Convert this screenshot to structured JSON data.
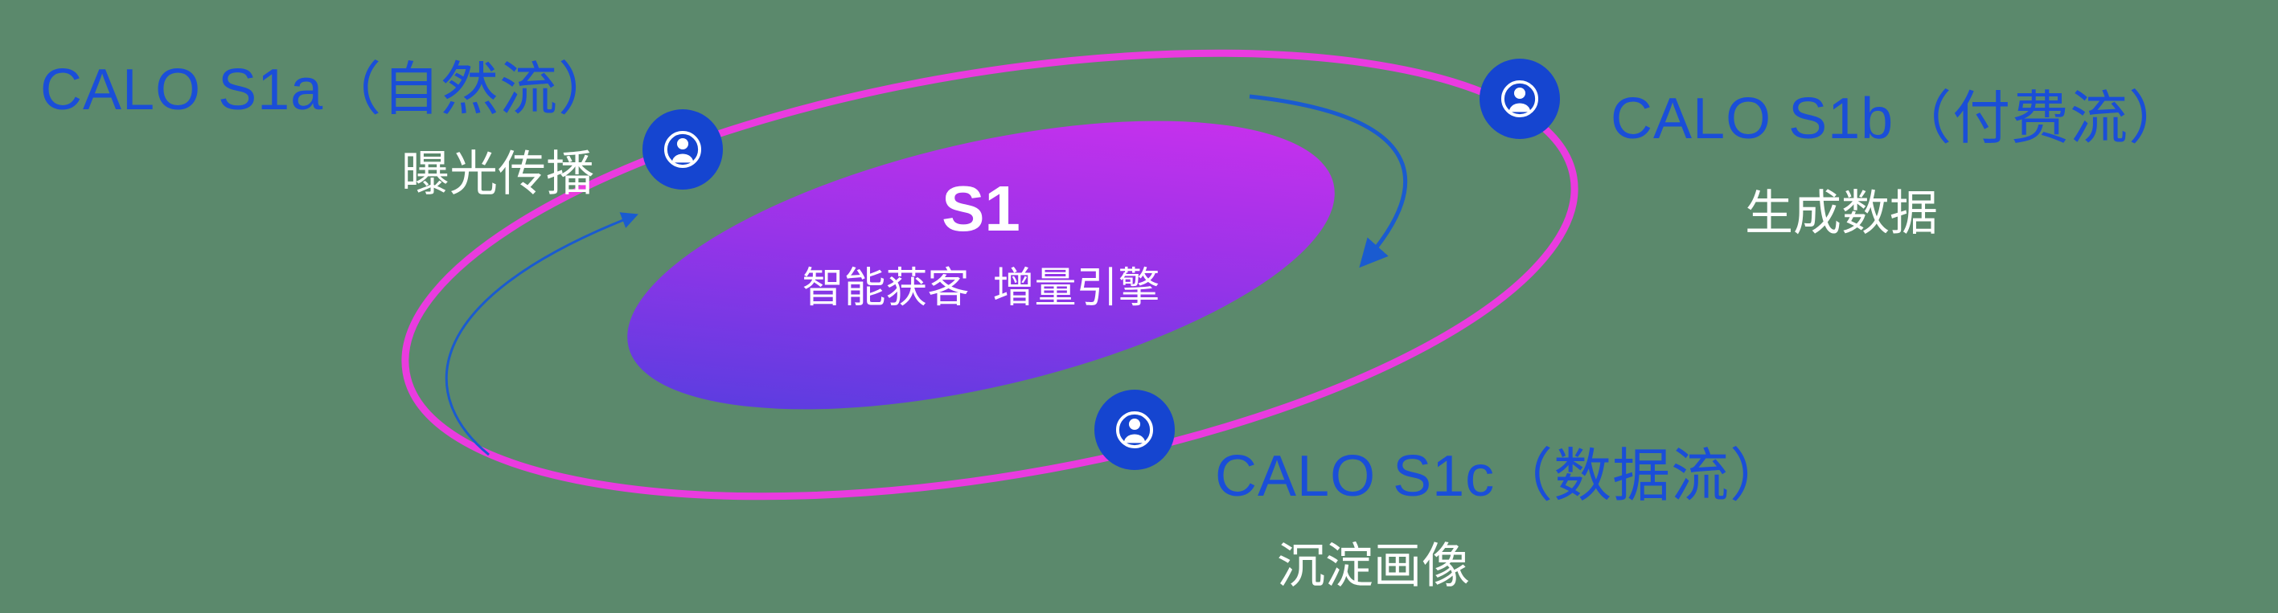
{
  "colors": {
    "canvas_green": "#5b896c",
    "title_blue": "#1a4ed8",
    "node_blue": "#1545d0",
    "ring_magenta": "#ea3bdf",
    "gradient_start": "#4740dd",
    "gradient_mid": "#9434e8",
    "gradient_end": "#d92fee",
    "arrow_blue": "#1a5bd0",
    "text_white": "#ffffff"
  },
  "center": {
    "title": "S1",
    "subtitle": "智能获客  增量引擎"
  },
  "nodes": {
    "s1a": {
      "title": "CALO S1a（自然流）",
      "subtitle": "曝光传播",
      "icon": "user-circle-icon"
    },
    "s1b": {
      "title": "CALO S1b（付费流）",
      "subtitle": "生成数据",
      "icon": "user-circle-icon"
    },
    "s1c": {
      "title": "CALO S1c（数据流）",
      "subtitle": "沉淀画像",
      "icon": "user-circle-icon"
    }
  }
}
